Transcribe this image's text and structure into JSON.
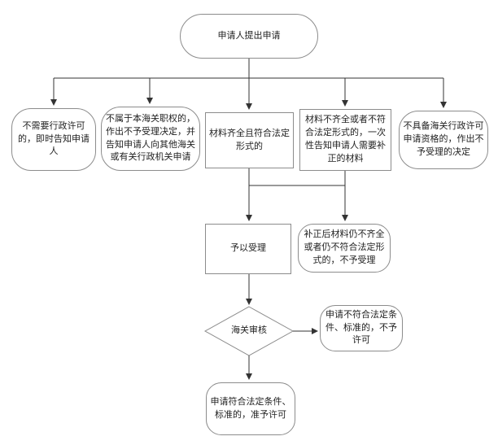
{
  "colors": {
    "node_border": "#8c8c8c",
    "connector": "#333333",
    "text": "#222222",
    "node_fill": "#ffffff",
    "page_bg": "#ffffff"
  },
  "flowchart": {
    "nodes": {
      "start": {
        "shape": "stadium",
        "label": "申请人提出申请"
      },
      "no_license_needed": {
        "shape": "rounded",
        "label": "不需要行政许可的，即时告知申请人"
      },
      "not_jurisdiction": {
        "shape": "rounded",
        "label": "不属于本海关职权的，作出不予受理决定，并告知申请人向其他海关或有关行政机关申请"
      },
      "materials_complete": {
        "shape": "rect",
        "label": "材料齐全且符合法定形式的"
      },
      "materials_incomplete": {
        "shape": "rect",
        "label": "材料不齐全或者不符合法定形式的，一次性告知申请人需要补正的材料"
      },
      "not_qualified": {
        "shape": "rounded",
        "label": "不具备海关行政许可申请资格的，作出不予受理的决定"
      },
      "accept": {
        "shape": "rect",
        "label": "予以受理"
      },
      "still_incomplete": {
        "shape": "rounded",
        "label": "补正后材料仍不齐全或者仍不符合法定形式的，不予受理"
      },
      "customs_review": {
        "shape": "diamond",
        "label": "海关审核"
      },
      "deny_license": {
        "shape": "rounded",
        "label": "申请不符合法定条件、标准的，不予许可"
      },
      "grant_license": {
        "shape": "rounded",
        "label": "申请符合法定条件、标准的，准予许可"
      }
    },
    "edges": [
      {
        "from": "start",
        "to": "no_license_needed"
      },
      {
        "from": "start",
        "to": "not_jurisdiction"
      },
      {
        "from": "start",
        "to": "materials_complete"
      },
      {
        "from": "start",
        "to": "materials_incomplete"
      },
      {
        "from": "start",
        "to": "not_qualified"
      },
      {
        "from": "materials_complete",
        "to": "accept"
      },
      {
        "from": "materials_incomplete",
        "to": "still_incomplete"
      },
      {
        "from": "accept",
        "to": "customs_review"
      },
      {
        "from": "customs_review",
        "to": "deny_license"
      },
      {
        "from": "customs_review",
        "to": "grant_license"
      }
    ]
  }
}
